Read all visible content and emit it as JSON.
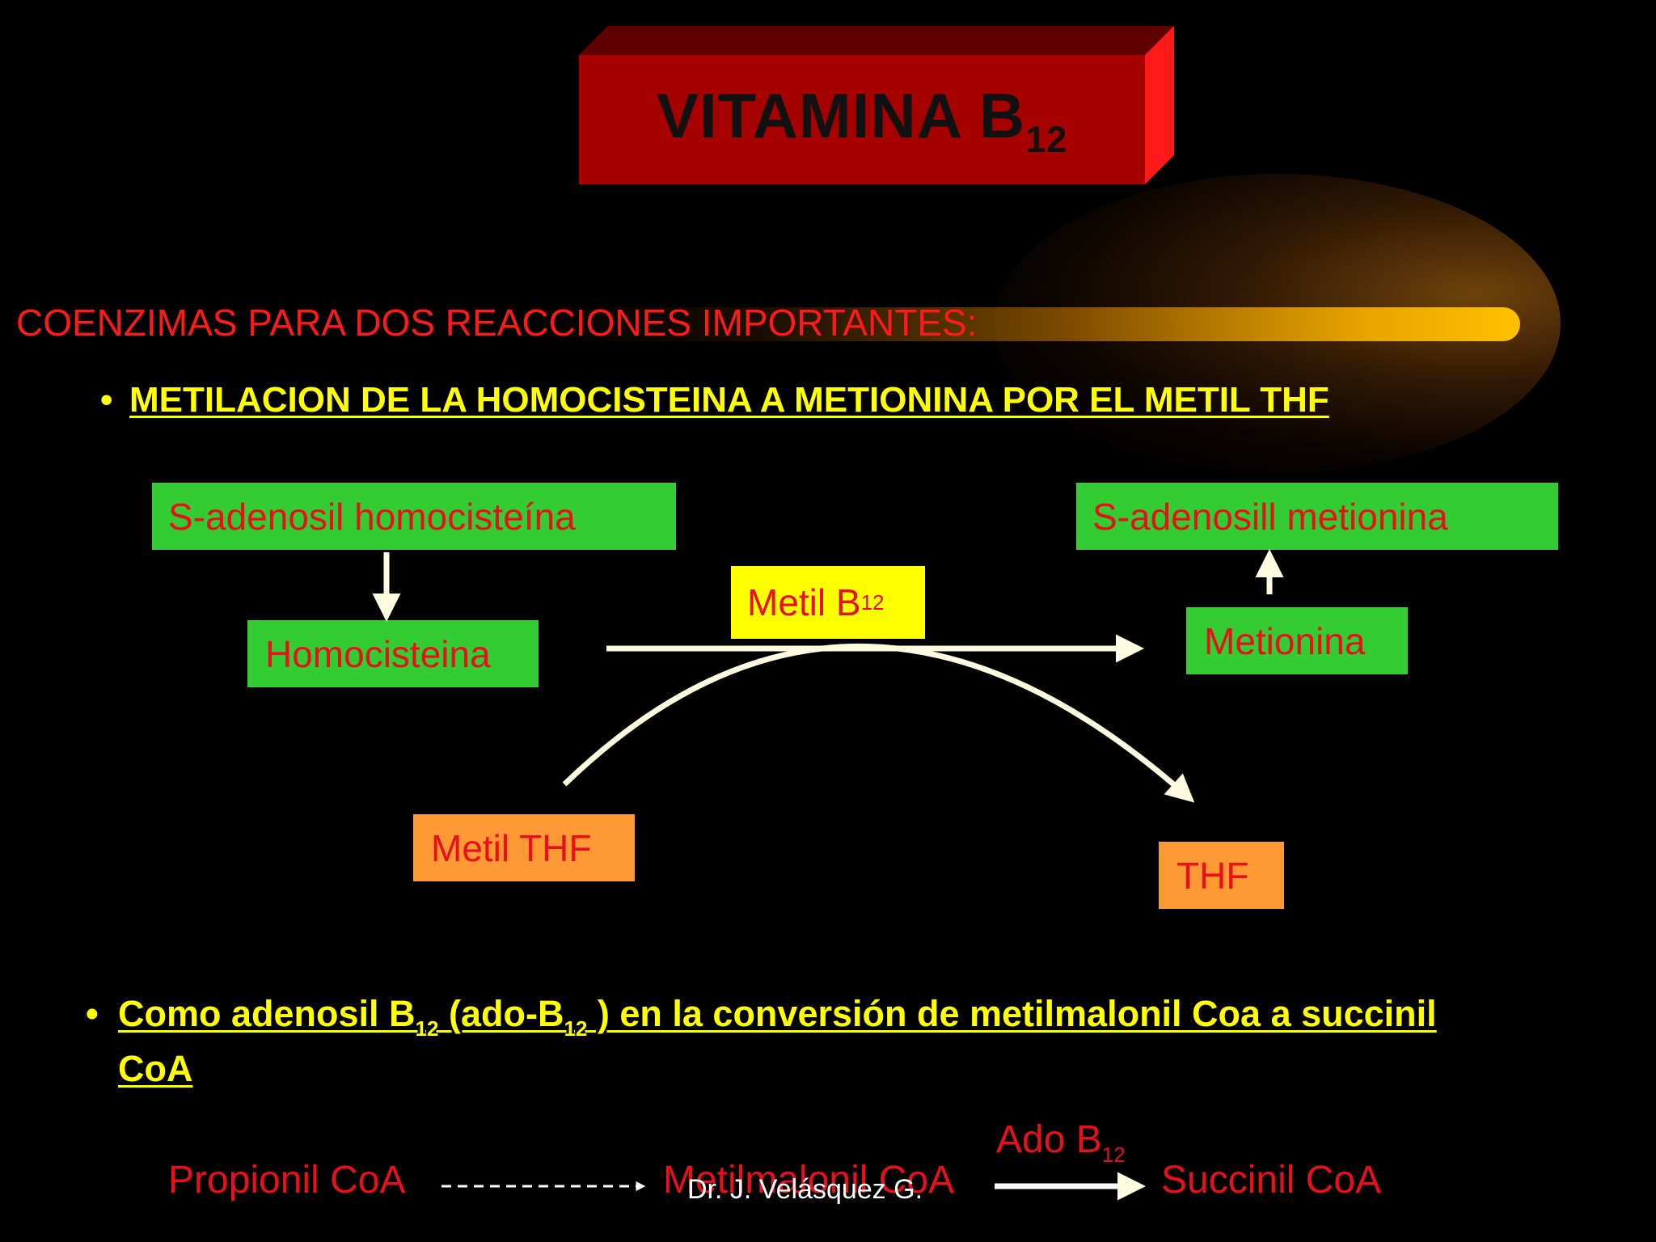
{
  "title": {
    "text": "VITAMINA B",
    "subscript": "12"
  },
  "heading": "COENZIMAS PARA DOS REACCIONES IMPORTANTES:",
  "bullet_1": "METILACION DE LA HOMOCISTEINA A METIONINA POR EL METIL THF",
  "diagram_1": {
    "s_adenosil_homocisteina": "S-adenosil homocisteína",
    "s_adenosil_metionina": "S-adenosill metionina",
    "homocisteina": "Homocisteina",
    "metionina": "Metionina",
    "metil_b12": {
      "text": "Metil B",
      "subscript": "12"
    },
    "metil_thf": "Metil THF",
    "thf": "THF"
  },
  "bullet_2": {
    "part1": "Como adenosil  B",
    "sub1": "12",
    "part2": "  (ado-B",
    "sub2": "12",
    "part3": " ) en la conversión de metilmalonil Coa a succinil",
    "line2": "CoA"
  },
  "reaction_2": {
    "propionil": "Propionil CoA",
    "metilmalonil": "Metilmalonil CoA",
    "succinil": "Succinil CoA",
    "ado_b12": {
      "text": "Ado B",
      "subscript": "12"
    }
  },
  "credit": "Dr. J. Velásquez G.",
  "colors": {
    "background": "#000000",
    "title_red": "#a60000",
    "box_green": "#33cc33",
    "box_yellow": "#ffff00",
    "box_orange": "#ff9933",
    "text_red": "#e8101a",
    "bullet_yellow": "#ffff00",
    "arrow_cream": "#fffbe0"
  }
}
